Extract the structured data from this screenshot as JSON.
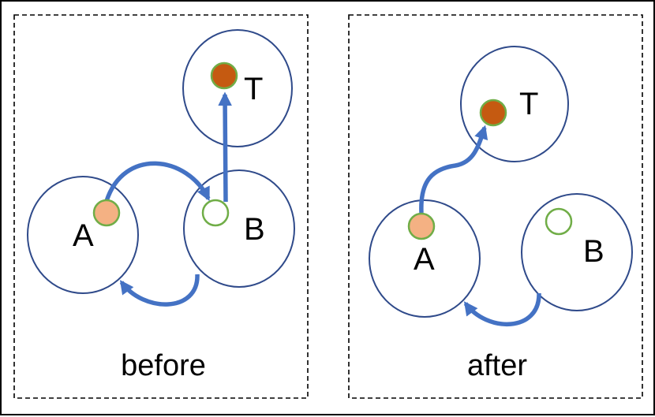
{
  "panels": [
    {
      "caption": "before",
      "nodes": {
        "a": "A",
        "b": "B",
        "t": "T"
      }
    },
    {
      "caption": "after",
      "nodes": {
        "a": "A",
        "b": "B",
        "t": "T"
      }
    }
  ],
  "colors": {
    "circle_stroke": "#2F4A8A",
    "arrow": "#4472C4",
    "node_a_fill": "#F4B183",
    "node_t_fill": "#C55A11",
    "node_ring": "#70AD47",
    "frame": "#000000"
  }
}
